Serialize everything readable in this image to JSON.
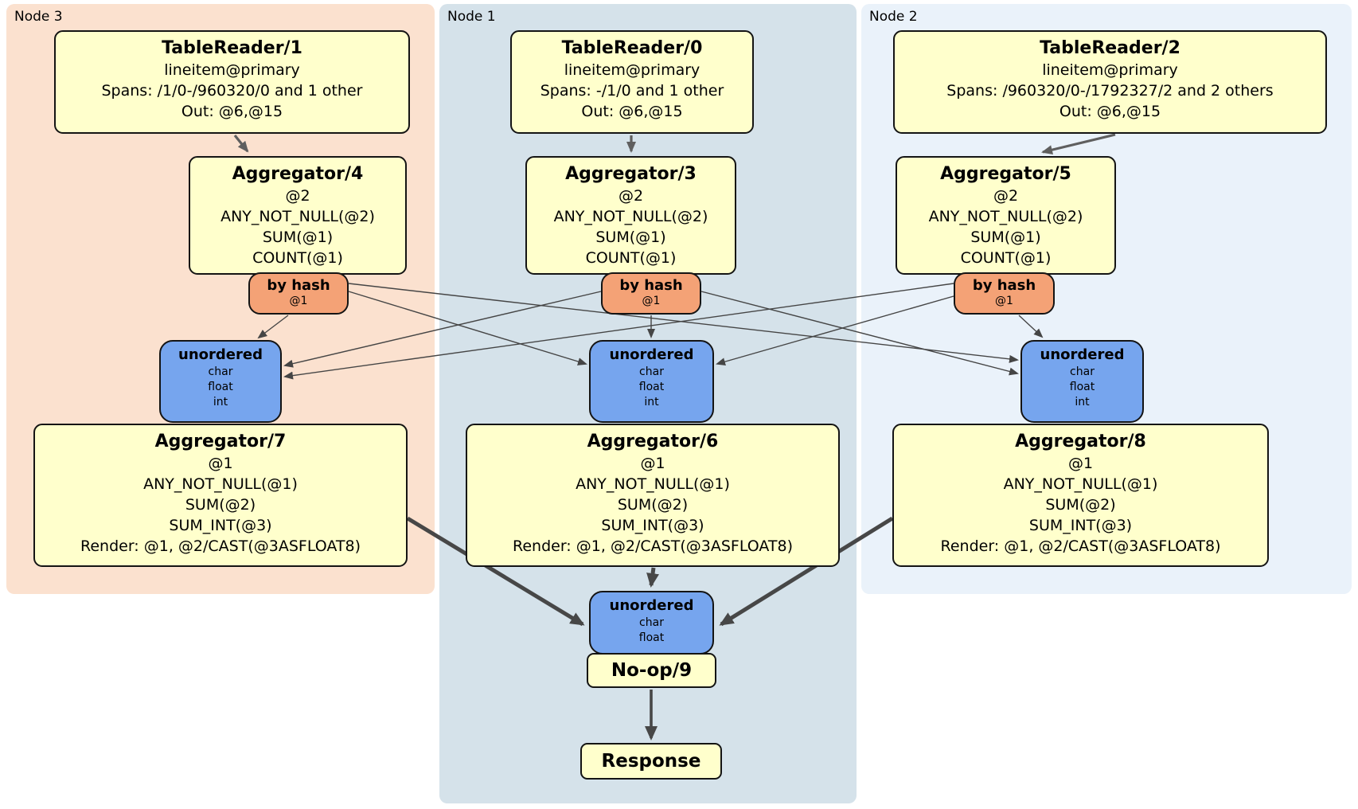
{
  "regions": [
    {
      "label": "Node 3",
      "table_reader": {
        "title": "TableReader/1",
        "lines": [
          "lineitem@primary",
          "Spans: /1/0-/960320/0 and 1 other",
          "Out: @6,@15"
        ]
      },
      "aggregator_top": {
        "title": "Aggregator/4",
        "lines": [
          "@2",
          "ANY_NOT_NULL(@2)",
          "SUM(@1)",
          "COUNT(@1)"
        ]
      },
      "router": {
        "title": "by hash",
        "lines": [
          "@1"
        ]
      },
      "sync": {
        "title": "unordered",
        "lines": [
          "char",
          "float",
          "int"
        ]
      },
      "aggregator_bottom": {
        "title": "Aggregator/7",
        "lines": [
          "@1",
          "ANY_NOT_NULL(@1)",
          "SUM(@2)",
          "SUM_INT(@3)",
          "Render: @1, @2/CAST(@3ASFLOAT8)"
        ]
      }
    },
    {
      "label": "Node 1",
      "table_reader": {
        "title": "TableReader/0",
        "lines": [
          "lineitem@primary",
          "Spans: -/1/0 and 1 other",
          "Out: @6,@15"
        ]
      },
      "aggregator_top": {
        "title": "Aggregator/3",
        "lines": [
          "@2",
          "ANY_NOT_NULL(@2)",
          "SUM(@1)",
          "COUNT(@1)"
        ]
      },
      "router": {
        "title": "by hash",
        "lines": [
          "@1"
        ]
      },
      "sync": {
        "title": "unordered",
        "lines": [
          "char",
          "float",
          "int"
        ]
      },
      "aggregator_bottom": {
        "title": "Aggregator/6",
        "lines": [
          "@1",
          "ANY_NOT_NULL(@1)",
          "SUM(@2)",
          "SUM_INT(@3)",
          "Render: @1, @2/CAST(@3ASFLOAT8)"
        ]
      }
    },
    {
      "label": "Node 2",
      "table_reader": {
        "title": "TableReader/2",
        "lines": [
          "lineitem@primary",
          "Spans: /960320/0-/1792327/2 and 2 others",
          "Out: @6,@15"
        ]
      },
      "aggregator_top": {
        "title": "Aggregator/5",
        "lines": [
          "@2",
          "ANY_NOT_NULL(@2)",
          "SUM(@1)",
          "COUNT(@1)"
        ]
      },
      "router": {
        "title": "by hash",
        "lines": [
          "@1"
        ]
      },
      "sync": {
        "title": "unordered",
        "lines": [
          "char",
          "float",
          "int"
        ]
      },
      "aggregator_bottom": {
        "title": "Aggregator/8",
        "lines": [
          "@1",
          "ANY_NOT_NULL(@1)",
          "SUM(@2)",
          "SUM_INT(@3)",
          "Render: @1, @2/CAST(@3ASFLOAT8)"
        ]
      }
    }
  ],
  "final_stage": {
    "sync": {
      "title": "unordered",
      "lines": [
        "char",
        "float"
      ]
    },
    "noop": {
      "title": "No-op/9"
    },
    "response": {
      "title": "Response"
    }
  },
  "colors": {
    "node3_bg": "#fbe1cf",
    "node1_bg": "#d5e2ea",
    "node2_bg": "#eaf2fa",
    "processor_fill": "#ffffcc",
    "router_fill": "#f4a276",
    "sync_fill": "#76a5ee",
    "box_border": "#141414",
    "edge_thin": "#454545",
    "edge_mid": "#5f5f5f",
    "edge_thick": "#474747"
  }
}
